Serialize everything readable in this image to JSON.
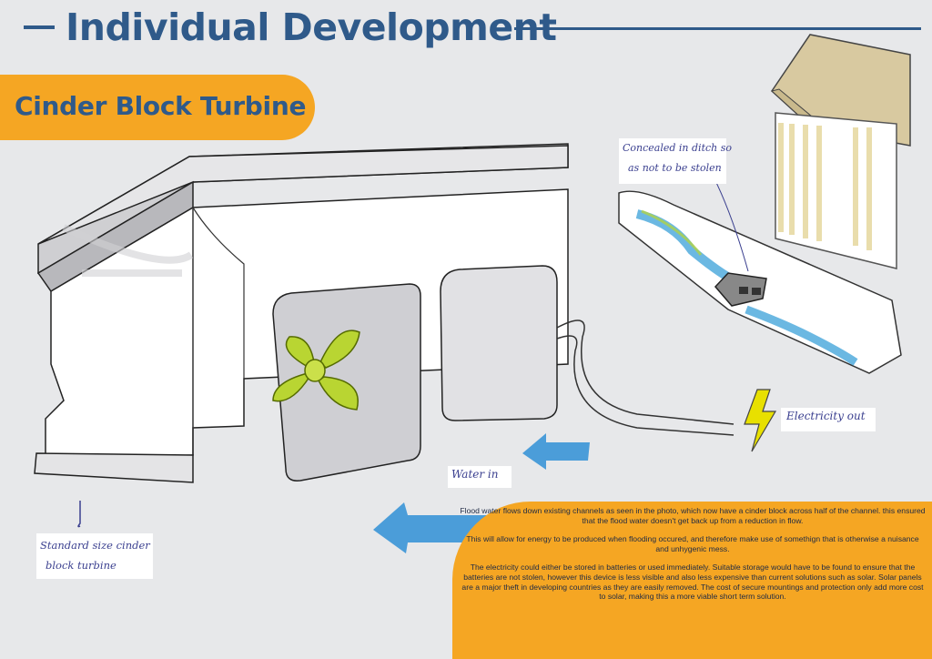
{
  "header": {
    "title": "Individual Development"
  },
  "section": {
    "subtitle": "Cinder Block Turbine"
  },
  "annotations": {
    "concealed_line1": "Concealed in ditch so",
    "concealed_line2": "as not to be stolen",
    "electricity_out": "Electricity out",
    "water_in": "Water in",
    "standard_line1": "Standard size cinder",
    "standard_line2": "block turbine"
  },
  "description": {
    "paragraphs": [
      "Flood water flows down existing channels as seen in the photo, which now have a cinder block across half of the channel. this ensured that the flood water doesn't get back up from a reduction in flow.",
      "This will allow for energy to be produced when flooding occured, and therefore make use of somethign that is otherwise a nuisance and unhygenic mess.",
      "The electricity could either be stored in batteries or used immediately. Suitable storage would have to be found to ensure that the batteries are not stolen, however this device is less visible and also less expensive than current solutions such as solar. Solar panels are a major theft in developing countries as they are easily removed. The cost of secure mountings and protection only add more cost to solar, making this a more viable short term solution."
    ]
  },
  "colors": {
    "accent": "#f5a623",
    "title_blue": "#2f5a8a",
    "fan_green": "#b9d532",
    "water_blue": "#3aa0d8",
    "bolt_yellow": "#e8e000"
  }
}
